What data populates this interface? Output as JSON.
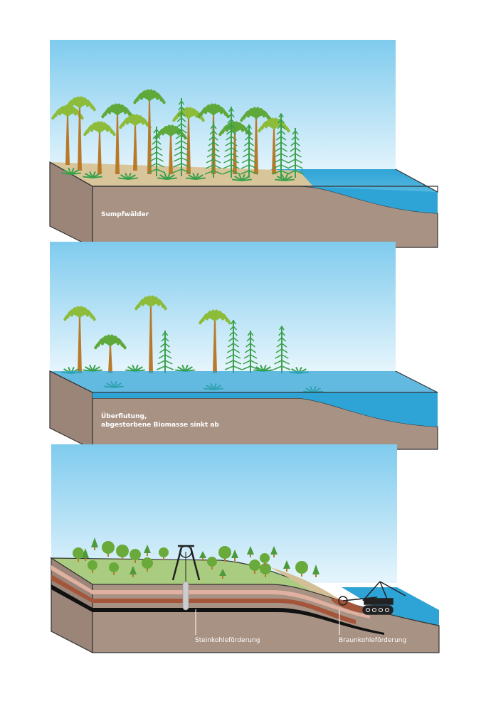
{
  "panels": [
    {
      "label": "Sumpfwälder"
    },
    {
      "label_line1": "Überflutung,",
      "label_line2": "abgestorbene Biomasse sinkt ab"
    },
    {
      "label_left": "Steinkohleförderung",
      "label_right": "Braunkohleförderung"
    }
  ],
  "colors": {
    "sky_top": "#7fcbee",
    "sky_bottom": "#e6f5fc",
    "earth": "#a89284",
    "earth_side": "#9a8578",
    "water": "#2ea3d6",
    "grass": "#a9cc80",
    "trunk": "#b87a2a",
    "fern": "#8dbb3a",
    "conifer": "#3aa04a",
    "coal": "#111111",
    "lignite": "#a4553a"
  }
}
